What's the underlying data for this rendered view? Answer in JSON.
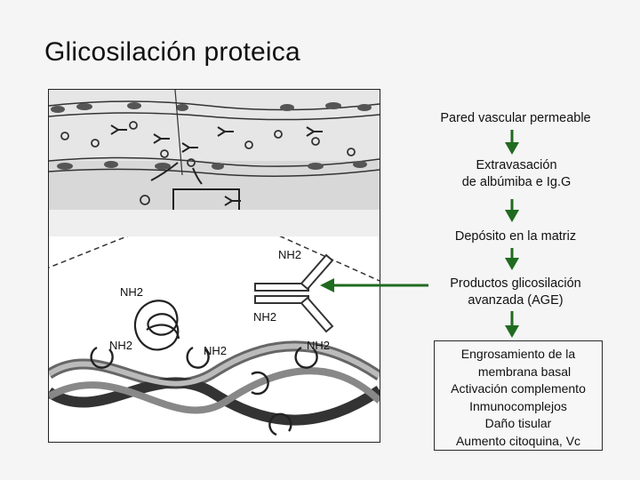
{
  "slide": {
    "title": "Glicosilación proteica"
  },
  "figure": {
    "labels": {
      "nh2_1": "NH2",
      "nh2_2": "NH2",
      "nh2_3": "NH2",
      "nh2_4": "NH2",
      "nh2_5": "NH2",
      "nh2_6": "NH2"
    }
  },
  "flow": {
    "step1": "Pared vascular permeable",
    "step2_line1": "Extravasación",
    "step2_line2": "de albúmiba e Ig.G",
    "step3": "Depósito en la matriz",
    "step4_line1": "Productos glicosilación",
    "step4_line2": "avanzada (AGE)",
    "effects": [
      "Engrosamiento de la",
      "membrana basal",
      "Activación complemento",
      "Inmunocomplejos",
      "Daño tisular",
      "Aumento citoquina, Vc"
    ]
  },
  "colors": {
    "arrow": "#1f6b1f",
    "text": "#111111"
  }
}
